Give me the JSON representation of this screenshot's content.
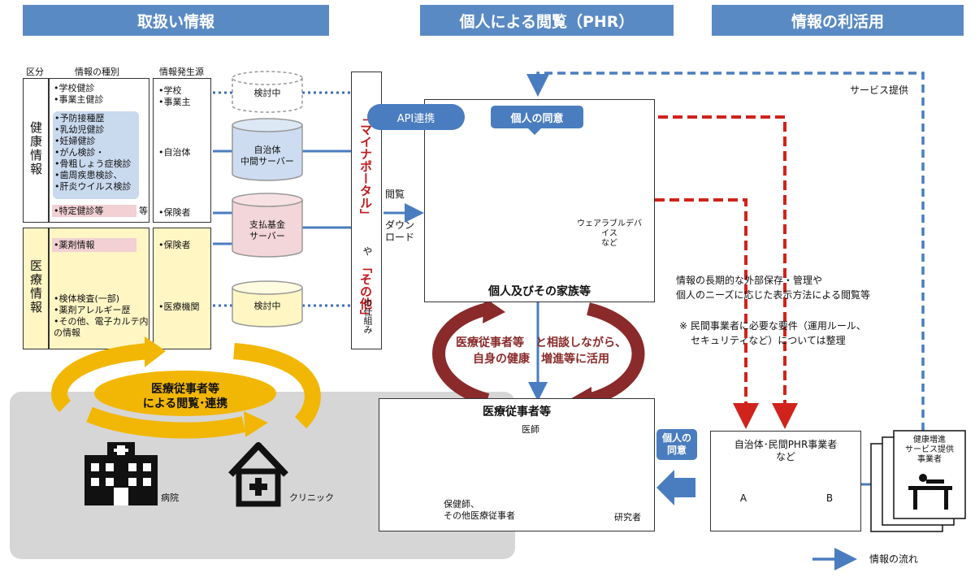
{
  "headers": {
    "left": "取扱い情報",
    "middle": "個人による閲覧（PHR）",
    "right": "情報の利活用"
  },
  "columns": {
    "category": "区分",
    "info_type": "情報の種別",
    "source": "情報発生源"
  },
  "health": {
    "label": "健康情報",
    "items_a": [
      "•学校健診",
      "•事業主健診"
    ],
    "items_b": [
      "•予防接種歴",
      "•乳幼児健診",
      "•妊婦健診",
      "•がん検診・",
      "•骨粗しょう症検診",
      "•歯周疾患検診、",
      "•肝炎ウイルス検診"
    ],
    "item_c": "•特定健診等",
    "item_c_suffix": "等",
    "sources": [
      "•学校",
      "•事業主",
      "•自治体",
      "•保険者"
    ]
  },
  "medical": {
    "label": "医療情報",
    "item_a": "•薬剤情報",
    "items_b": [
      "•検体検査(一部)",
      "•薬剤アレルギー歴",
      "•その他、電子カルテ内",
      "の情報"
    ],
    "sources": [
      "•保険者",
      "•医療機関"
    ]
  },
  "databases": {
    "db1": "検討中",
    "db2_line1": "自治体",
    "db2_line2": "中間サーバー",
    "db3_line1": "支払基金",
    "db3_line2": "サーバー",
    "db4": "検討中"
  },
  "portal": {
    "name1": "マイナポータル",
    "ya": "や",
    "name2": "「その他」",
    "suffix": "の仕組み",
    "open_bracket": "「",
    "close_bracket": "」"
  },
  "view_label": "閲覧",
  "download_label1": "ダウン",
  "download_label2": "ロード",
  "api_label": "API連携",
  "consent_label": "個人の同意",
  "consent_label2_l1": "個人の",
  "consent_label2_l2": "同意",
  "person_box": {
    "wearable_l1": "ウェアラブルデバイス",
    "wearable_l2": "など",
    "caption": "個人及びその家族等"
  },
  "cycle_text": {
    "l1a": "医療従事者等",
    "l1b": "と相談しながら、",
    "l2a": "自身の健康",
    "l2b": "増進等に活用"
  },
  "staff_box": {
    "title": "医療従事者等",
    "doctor": "医師",
    "nurse_l1": "保健師、",
    "nurse_l2": "その他医療従事者",
    "researcher": "研究者"
  },
  "left_cycle": {
    "l1": "医療従事者等",
    "l2": "による閲覧･連携",
    "hospital": "病院",
    "clinic": "クリニック"
  },
  "right_side": {
    "service": "サービス提供",
    "desc_l1": "情報の長期的な外部保存・管理や",
    "desc_l2": "個人のニーズに応じた表示方法による閲覧等",
    "note_l1": "※ 民間事業者に必要な要件（運用ルール、",
    "note_l2": "セキュリティなど）については整理",
    "phr_l1": "自治体･民間PHR事業者",
    "phr_l2": "など",
    "db_a": "A",
    "db_b": "B",
    "health_l1": "健康増進",
    "health_l2": "サービス提供",
    "health_l3": "事業者"
  },
  "legend": "情報の流れ",
  "colors": {
    "header": "#5a8ac4",
    "blue_arrow": "#4a7dbf",
    "red_dash": "#d0231b",
    "dark_red": "#8a2a2a",
    "gold": "#f2b705",
    "gray_area": "#d6d6d6"
  }
}
